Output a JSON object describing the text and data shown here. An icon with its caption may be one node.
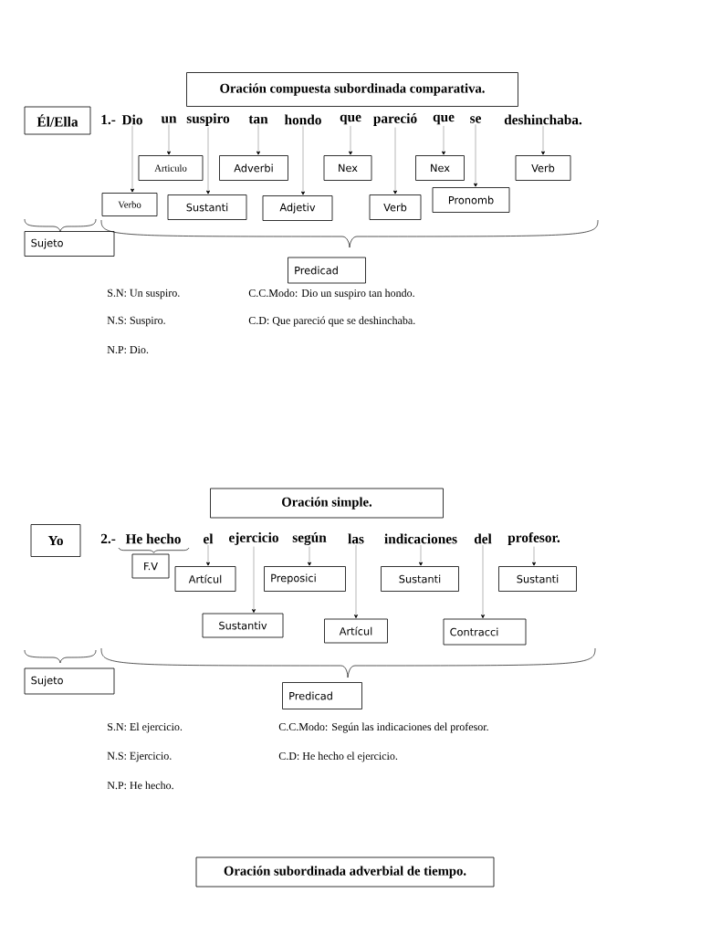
{
  "diagram": {
    "nodes": [
      {
        "text": [
          "Oración compuesta subordinada comparativa."
        ]
      },
      {
        "text": [
          "Él/Ella"
        ]
      },
      {
        "text": [
          "Dio"
        ]
      },
      {
        "text": [
          "un"
        ]
      },
      {
        "text": [
          "suspiro"
        ]
      },
      {
        "text": [
          "tan"
        ]
      },
      {
        "text": [
          "hondo"
        ]
      },
      {
        "text": [
          "que"
        ]
      },
      {
        "text": [
          "pareció"
        ]
      },
      {
        "text": [
          "que"
        ]
      },
      {
        "text": [
          "se"
        ]
      },
      {
        "text": [
          "deshinchaba."
        ]
      },
      {
        "text": [
          "Articulo"
        ]
      },
      {
        "text": [
          "Adverbi"
        ]
      },
      {
        "text": [
          "Nex"
        ]
      },
      {
        "text": [
          "Nex"
        ]
      },
      {
        "text": [
          "Verb"
        ]
      },
      {
        "text": [
          "Verbo"
        ]
      },
      {
        "text": [
          "Sustanti"
        ]
      },
      {
        "text": [
          "Adjetiv"
        ]
      },
      {
        "text": [
          "Verb"
        ]
      },
      {
        "text": [
          "Pronomb"
        ]
      },
      {
        "text": [
          "Sujeto"
        ]
      },
      {
        "text": [
          "Predicad"
        ]
      },
      {
        "text": [
          "Oración simple."
        ]
      },
      {
        "text": [
          "Yo"
        ]
      },
      {
        "text": [
          "He hecho"
        ]
      },
      {
        "text": [
          "el"
        ]
      },
      {
        "text": [
          "ejercicio"
        ]
      },
      {
        "text": [
          "según"
        ]
      },
      {
        "text": [
          "las"
        ]
      },
      {
        "text": [
          "indicaciones"
        ]
      },
      {
        "text": [
          "del"
        ]
      },
      {
        "text": [
          "profesor."
        ]
      },
      {
        "text": [
          "F.V"
        ]
      },
      {
        "text": [
          "Artícul"
        ]
      },
      {
        "text": [
          "Preposici"
        ]
      },
      {
        "text": [
          "Sustanti"
        ]
      },
      {
        "text": [
          "Sustanti"
        ]
      },
      {
        "text": [
          "Sustantiv"
        ]
      },
      {
        "text": [
          "Artícul"
        ]
      },
      {
        "text": [
          "Contracci"
        ]
      },
      {
        "text": [
          "Sujeto"
        ]
      },
      {
        "text": [
          "Predicad"
        ]
      },
      {
        "text": [
          "Oración subordinada adverbial de tiempo."
        ]
      }
    ],
    "edges": [
      {
        "from": 2,
        "to": 17,
        "arrow": "to"
      },
      {
        "from": 3,
        "to": 12,
        "arrow": "to"
      },
      {
        "from": 4,
        "to": 18,
        "arrow": "to"
      },
      {
        "from": 5,
        "to": 13,
        "arrow": "to"
      },
      {
        "from": 6,
        "to": 19,
        "arrow": "to"
      },
      {
        "from": 7,
        "to": 14,
        "arrow": "to"
      },
      {
        "from": 8,
        "to": 20,
        "arrow": "to"
      },
      {
        "from": 9,
        "to": 15,
        "arrow": "to"
      },
      {
        "from": 10,
        "to": 21,
        "arrow": "to"
      },
      {
        "from": 11,
        "to": 16,
        "arrow": "to"
      },
      {
        "from": 27,
        "to": 35,
        "arrow": "to"
      },
      {
        "from": 28,
        "to": 39,
        "arrow": "to"
      },
      {
        "from": 29,
        "to": 36,
        "arrow": "to"
      },
      {
        "from": 30,
        "to": 40,
        "arrow": "to"
      },
      {
        "from": 31,
        "to": 37,
        "arrow": "to"
      },
      {
        "from": 32,
        "to": 41,
        "arrow": "to"
      },
      {
        "from": 33,
        "to": 38,
        "arrow": "to"
      }
    ],
    "labels": [
      "1.-",
      "S.N: Un suspiro.",
      "C.C.Modo: Dio un suspiro tan hondo.",
      "N.S: Suspiro.",
      "C.D: Que pareció que se deshinchaba.",
      "N.P: Dio.",
      "2.-",
      "S.N: El ejercicio.",
      "C.C.Modo: Según las indicaciones del profesor.",
      "N.S: Ejercicio.",
      "C.D: He hecho el ejercicio.",
      "N.P: He hecho."
    ]
  }
}
